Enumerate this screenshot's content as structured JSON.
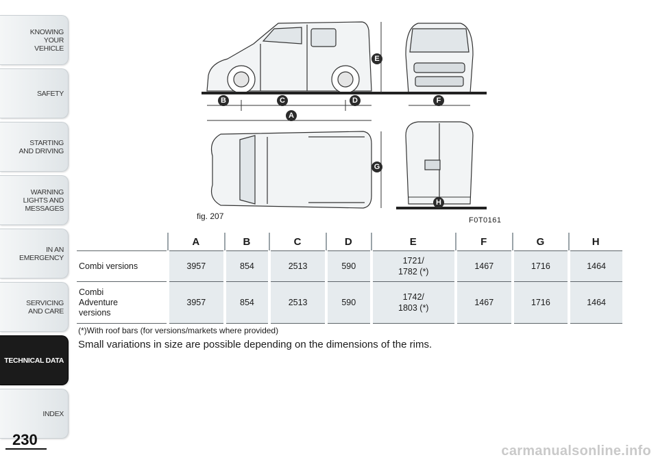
{
  "sidebar": {
    "tabs": [
      {
        "label": "KNOWING YOUR VEHICLE"
      },
      {
        "label": "SAFETY"
      },
      {
        "label": "STARTING AND DRIVING"
      },
      {
        "label": "WARNING LIGHTS AND MESSAGES"
      },
      {
        "label": "IN AN EMERGENCY"
      },
      {
        "label": "SERVICING AND CARE"
      },
      {
        "label": "TECHNICAL DATA",
        "active": true
      },
      {
        "label": "INDEX"
      }
    ]
  },
  "page_number": "230",
  "figure": {
    "label": "fig. 207",
    "code": "F0T0161",
    "callouts": [
      "A",
      "B",
      "C",
      "D",
      "E",
      "F",
      "G",
      "H"
    ],
    "callout_color": "#2b2b2b"
  },
  "table": {
    "headers": [
      "A",
      "B",
      "C",
      "D",
      "E",
      "F",
      "G",
      "H"
    ],
    "rows": [
      {
        "label": "Combi versions",
        "values": [
          "3957",
          "854",
          "2513",
          "590",
          "1721/\n1782 (*)",
          "1467",
          "1716",
          "1464"
        ]
      },
      {
        "label": "Combi\nAdventure\nversions",
        "values": [
          "3957",
          "854",
          "2513",
          "590",
          "1742/\n1803 (*)",
          "1467",
          "1716",
          "1464"
        ]
      }
    ]
  },
  "footnote": "(*)With roof bars (for versions/markets where provided)",
  "remark": "Small variations in size are possible depending on the dimensions of the rims.",
  "watermark": "carmanualsonline.info"
}
